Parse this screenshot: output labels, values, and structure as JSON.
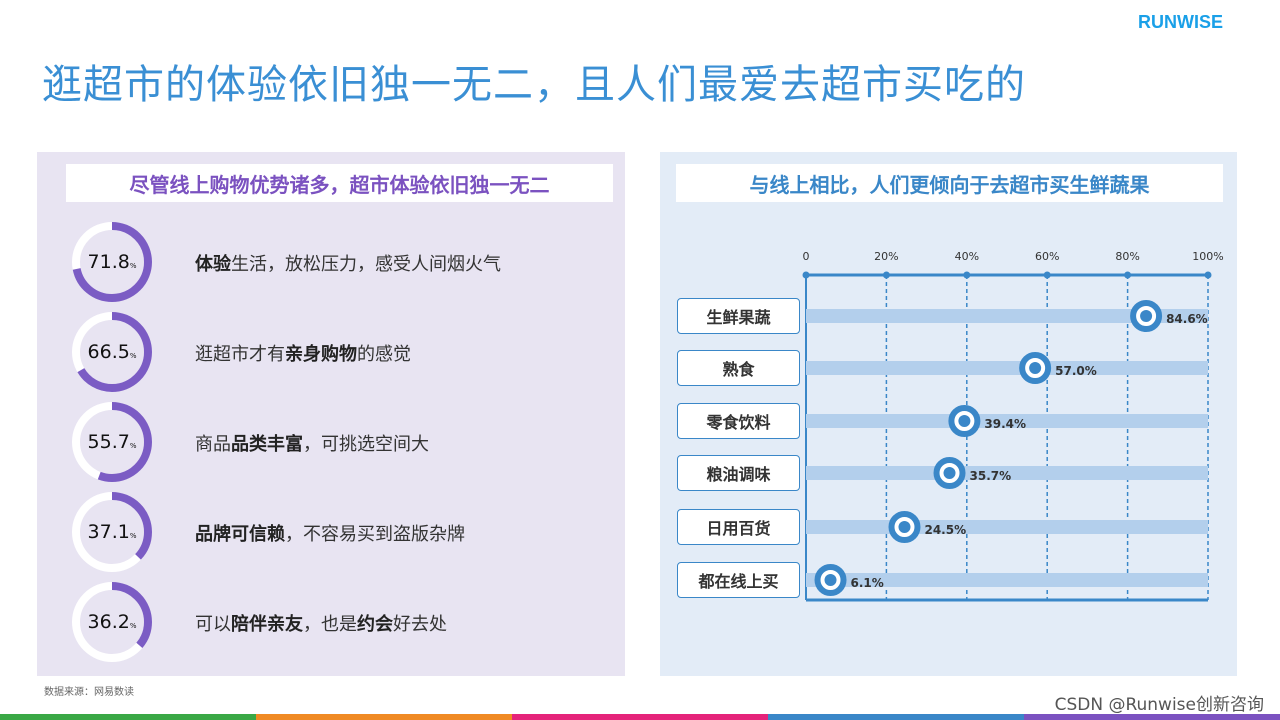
{
  "title": "逛超市的体验依旧独一无二，且人们最爱去超市买吃的",
  "logo": "RUNWISE",
  "left": {
    "header": "尽管线上购物优势诸多，超市体验依旧独一无二",
    "items": [
      {
        "value": "71.8",
        "pct": 71.8,
        "parts": [
          [
            "体验",
            true
          ],
          [
            "生活，放松压力，感受人间烟火气",
            false
          ]
        ]
      },
      {
        "value": "66.5",
        "pct": 66.5,
        "parts": [
          [
            "逛超市才有",
            false
          ],
          [
            "亲身购物",
            true
          ],
          [
            "的感觉",
            false
          ]
        ]
      },
      {
        "value": "55.7",
        "pct": 55.7,
        "parts": [
          [
            "商品",
            false
          ],
          [
            "品类丰富",
            true
          ],
          [
            "，可挑选空间大",
            false
          ]
        ]
      },
      {
        "value": "37.1",
        "pct": 37.1,
        "parts": [
          [
            "品牌可信赖",
            true
          ],
          [
            "，不容易买到盗版杂牌",
            false
          ]
        ]
      },
      {
        "value": "36.2",
        "pct": 36.2,
        "parts": [
          [
            "可以",
            false
          ],
          [
            "陪伴亲友",
            true
          ],
          [
            "，也是",
            false
          ],
          [
            "约会",
            true
          ],
          [
            "好去处",
            false
          ]
        ]
      }
    ],
    "percent_sign": "%"
  },
  "right": {
    "header": "与线上相比，人们更倾向于去超市买生鲜蔬果"
  },
  "chart_data": {
    "type": "bar",
    "categories": [
      "生鲜果蔬",
      "熟食",
      "零食饮料",
      "粮油调味",
      "日用百货",
      "都在线上买"
    ],
    "values": [
      84.6,
      57.0,
      39.4,
      35.7,
      24.5,
      6.1
    ],
    "labels": [
      "84.6%",
      "57.0%",
      "39.4%",
      "35.7%",
      "24.5%",
      "6.1%"
    ],
    "ticks": [
      "0",
      "20%",
      "40%",
      "60%",
      "80%",
      "100%"
    ],
    "xlim": [
      0,
      100
    ]
  },
  "source": "数据来源：网易数读",
  "watermark": "CSDN @Runwise创新咨询",
  "colors": {
    "purple": "#7b5cc4",
    "blue": "#3a87c8",
    "bar": "#b3cfec"
  }
}
